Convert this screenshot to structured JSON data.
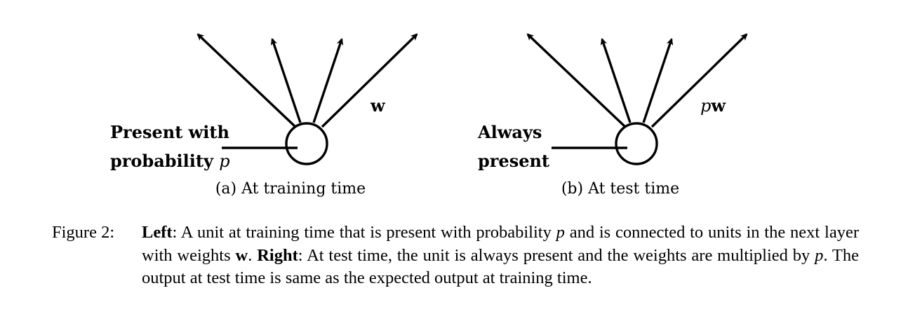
{
  "panels": [
    {
      "side_label_line1": "Present with",
      "side_label_line2_text": "probability ",
      "side_label_line2_var": "p",
      "weight_prefix": "",
      "weight_symbol": "w",
      "caption": "(a) At training time"
    },
    {
      "side_label_line1": "Always",
      "side_label_line2_text": "present",
      "side_label_line2_var": "",
      "weight_prefix": "p",
      "weight_symbol": "w",
      "caption": "(b) At test time"
    }
  ],
  "caption": {
    "prefix": "Figure 2:",
    "left_label": "Left",
    "seg1": ": A unit at training time that is present with probability ",
    "var_p1": "p",
    "seg2": " and is connected to units in the next layer with weights ",
    "weights_symbol": "w",
    "seg3": ". ",
    "right_label": "Right",
    "seg4": ": At test time, the unit is always present and the weights are multiplied by ",
    "var_p2": "p",
    "seg5": ". The output at test time is same as the expected output at training time."
  }
}
